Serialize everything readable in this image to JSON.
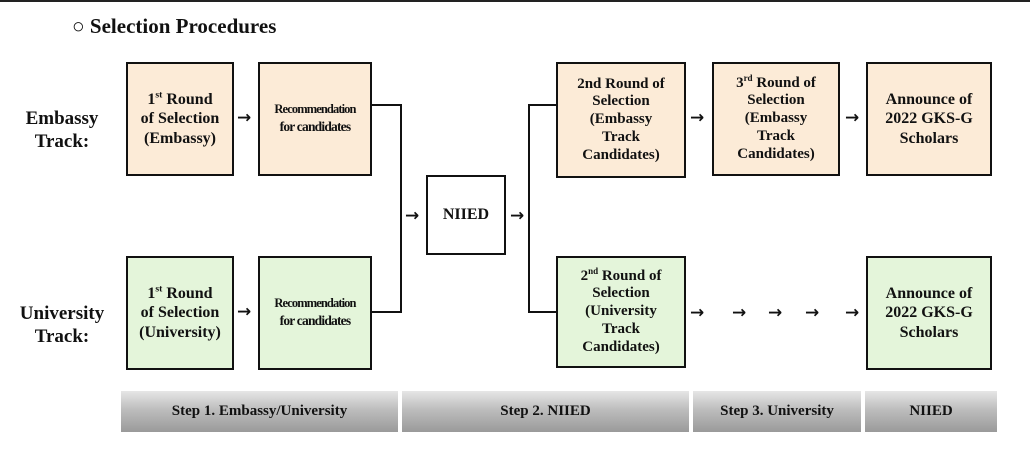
{
  "title": "○ Selection Procedures",
  "tracks": {
    "embassy": {
      "line1": "Embassy",
      "line2": "Track:"
    },
    "university": {
      "line1": "University",
      "line2": "Track:"
    }
  },
  "boxes": {
    "emb_round1": {
      "l1_main": "1",
      "l1_sup": "st",
      "l1_rest": " Round",
      "l2": "of Selection",
      "l3": "(Embassy)"
    },
    "emb_rec": {
      "l1": "Recommendation",
      "l2": "for candidates"
    },
    "emb_round2": {
      "l1": "2nd Round of",
      "l2": "Selection",
      "l3": "(Embassy",
      "l4": "Track",
      "l5": "Candidates)"
    },
    "emb_round3": {
      "l1_main": "3",
      "l1_sup": "rd",
      "l1_rest": " Round of",
      "l2": "Selection",
      "l3": "(Embassy",
      "l4": "Track",
      "l5": "Candidates)"
    },
    "emb_announce": {
      "l1": "Announce of",
      "l2": "2022 GKS-G",
      "l3": "Scholars"
    },
    "niied": {
      "label": "NIIED"
    },
    "uni_round1": {
      "l1_main": "1",
      "l1_sup": "st",
      "l1_rest": " Round",
      "l2": "of Selection",
      "l3": "(University)"
    },
    "uni_rec": {
      "l1": "Recommendation",
      "l2": "for candidates"
    },
    "uni_round2": {
      "l1_main": "2",
      "l1_sup": "nd",
      "l1_rest": " Round of",
      "l2": "Selection",
      "l3": "(University",
      "l4": "Track",
      "l5": "Candidates)"
    },
    "uni_announce": {
      "l1": "Announce of",
      "l2": "2022 GKS-G",
      "l3": "Scholars"
    }
  },
  "arrow_glyph": "→",
  "steps": [
    {
      "label": "Step 1. Embassy/University"
    },
    {
      "label": "Step 2. NIIED"
    },
    {
      "label": "Step 3. University"
    },
    {
      "label": "NIIED"
    }
  ],
  "colors": {
    "embassy_fill": "#fcebd7",
    "university_fill": "#e4f5da",
    "step_bar_gray": "#b0b0b0"
  }
}
